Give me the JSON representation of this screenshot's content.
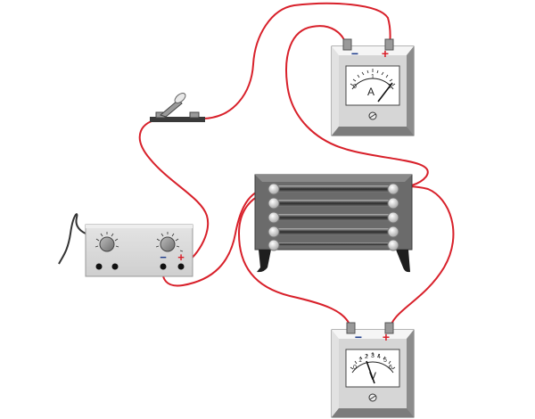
{
  "ammeter": {
    "symbol": "A",
    "scale_labels": [
      "0",
      "1",
      "2"
    ],
    "neg_mark": "−",
    "pos_mark": "+"
  },
  "voltmeter": {
    "symbol": "V",
    "scale_labels": [
      "0",
      "1",
      "2",
      "3",
      "4",
      "5",
      "6"
    ],
    "neg_mark": "−",
    "pos_mark": "+"
  },
  "power_supply": {
    "neg_mark": "−",
    "pos_mark": "+"
  },
  "colors": {
    "wire": "#d8202a",
    "positive": "#d8202a",
    "negative": "#1f3d8c",
    "panel": "#dcdcdc",
    "rheostat_body": "#6b6b6b"
  }
}
